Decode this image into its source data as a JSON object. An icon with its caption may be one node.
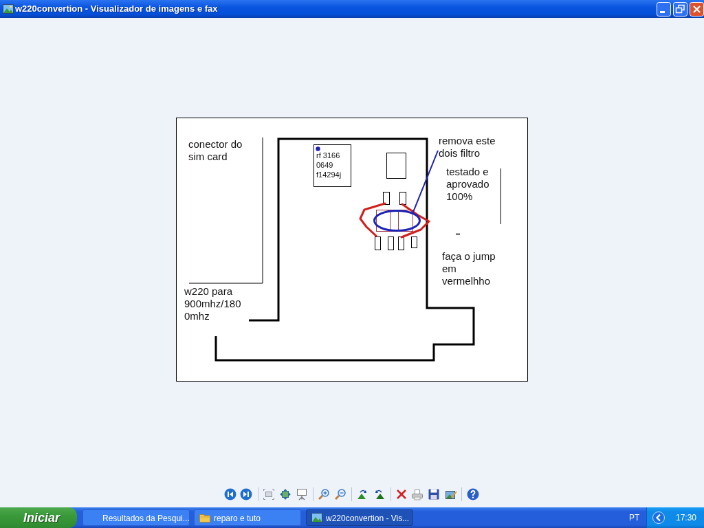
{
  "diagram": {
    "title": "w220convertion - Visualizador de imagens e fax",
    "nodes": [
      {
        "text": [
          "remova este dois filtro"
        ]
      },
      {
        "text": [
          "rf 3166 0649 f14294j"
        ]
      },
      {
        "text": [],
        "shape": "box"
      },
      {
        "text": [],
        "shape": "circle"
      }
    ],
    "edges": [
      {
        "from": 0,
        "to": 3,
        "arrow": "none",
        "color": "#1c22b4"
      }
    ],
    "labels": [
      "conector do sim card",
      "testado e aprovado 100%",
      "faça o jump em vermelhho",
      "w220 para 900mhz/180 0mhz",
      "Iniciar",
      "Resultados da Pesqui...",
      "reparo e tuto",
      "w220convertion - Vis...",
      "PT",
      "17:30"
    ]
  }
}
